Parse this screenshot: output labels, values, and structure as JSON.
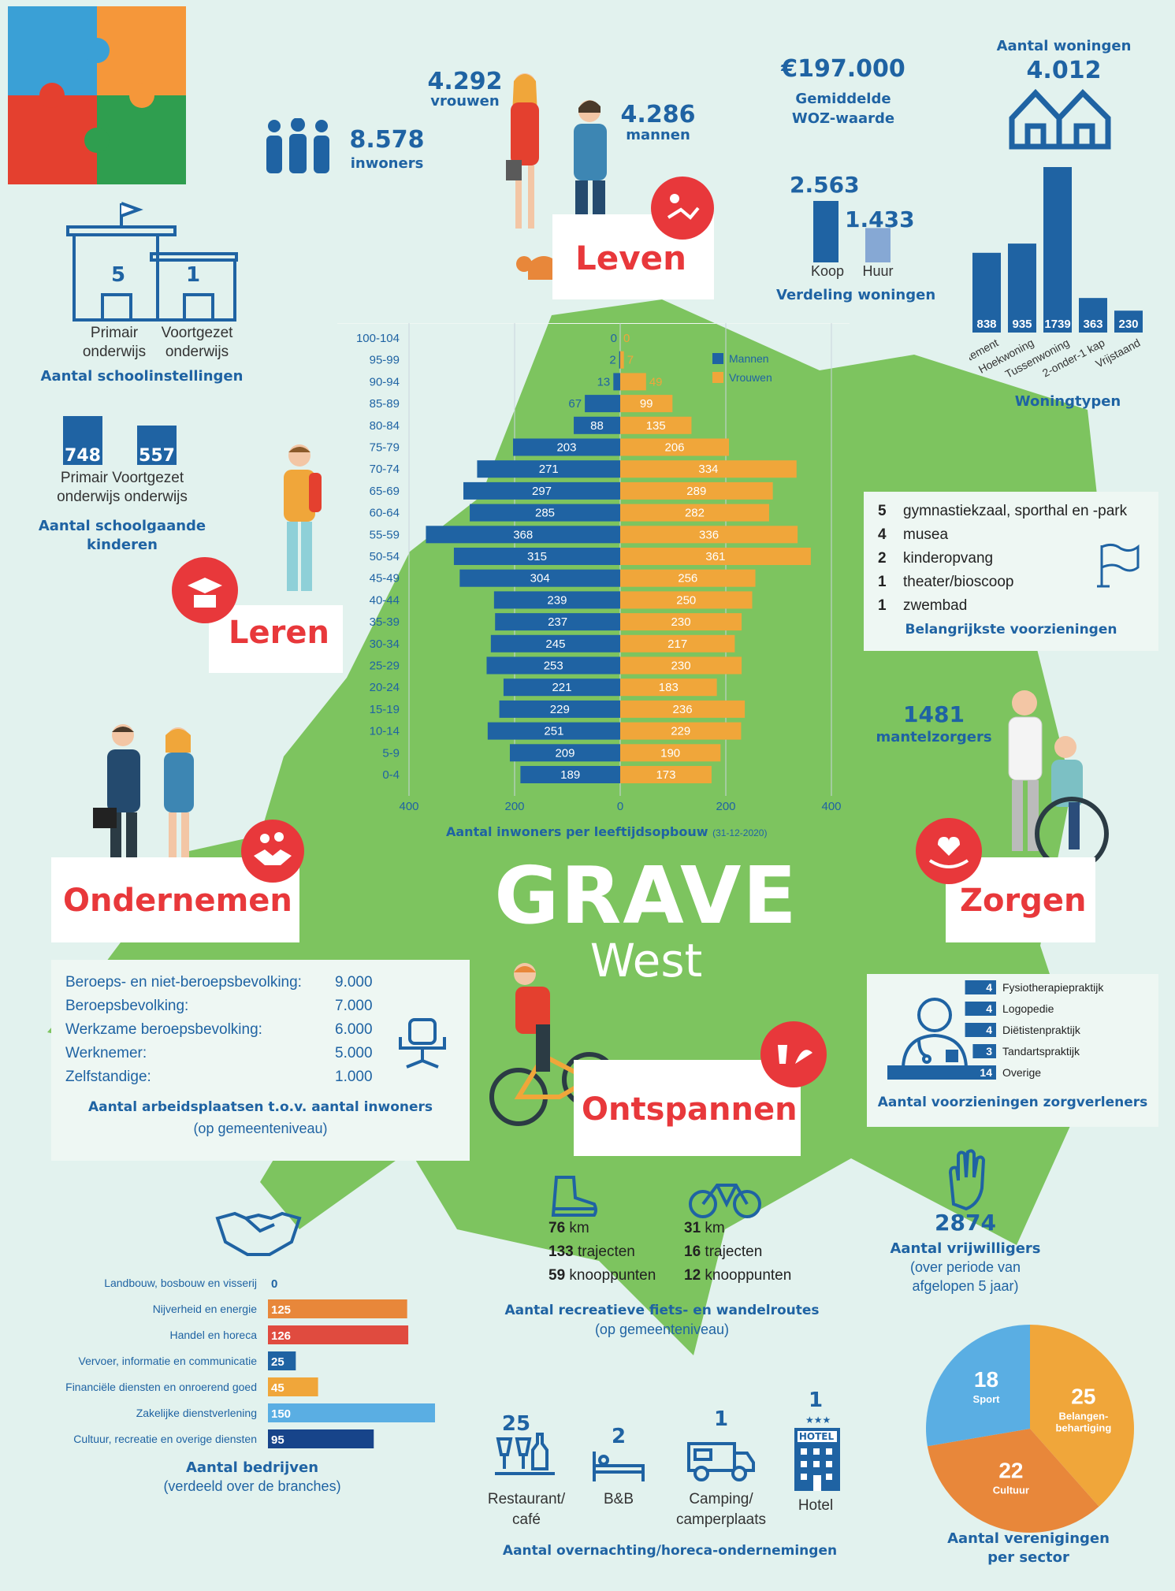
{
  "title": {
    "main": "GRAVE",
    "sub": "West"
  },
  "colors": {
    "blue": "#1f63a3",
    "orange": "#f0a63a",
    "green": "#7dc45f",
    "red": "#e8383b",
    "bg": "#e2f2ee"
  },
  "population": {
    "total": "8.578",
    "total_label": "inwoners",
    "women": "4.292",
    "women_label": "vrouwen",
    "men": "4.286",
    "men_label": "mannen"
  },
  "categories": {
    "leven": "Leven",
    "leren": "Leren",
    "ondernemen": "Ondernemen",
    "zorgen": "Zorgen",
    "ontspannen": "Ontspannen"
  },
  "woz": {
    "value": "€197.000",
    "label_1": "Gemiddelde",
    "label_2": "WOZ-waarde"
  },
  "housing_total": {
    "label": "Aantal woningen",
    "value": "4.012"
  },
  "housing_split": {
    "koop": "2.563",
    "koop_label": "Koop",
    "huur": "1.433",
    "huur_label": "Huur",
    "caption": "Verdeling woningen",
    "koop_n": 2563,
    "huur_n": 1433
  },
  "woningtypen": {
    "caption": "Woningtypen",
    "items": [
      {
        "label": "Appartement",
        "value": "838",
        "n": 838
      },
      {
        "label": "Hoekwoning",
        "value": "935",
        "n": 935
      },
      {
        "label": "Tussenwoning",
        "value": "1739",
        "n": 1739
      },
      {
        "label": "2-onder-1 kap",
        "value": "363",
        "n": 363
      },
      {
        "label": "Vrijstaand",
        "value": "230",
        "n": 230
      }
    ]
  },
  "schools": {
    "primair": "5",
    "voortgezet": "1",
    "primair_label_1": "Primair",
    "primair_label_2": "onderwijs",
    "voortgezet_label_1": "Voortgezet",
    "voortgezet_label_2": "onderwijs",
    "caption": "Aantal schoolinstellingen"
  },
  "pupils": {
    "primair": "748",
    "voortgezet": "557",
    "label_1": "Primair Voortgezet",
    "label_2": "onderwijs onderwijs",
    "caption_1": "Aantal schoolgaande",
    "caption_2": "kinderen"
  },
  "chart_data": {
    "type": "bar",
    "orientation": "horizontal-population-pyramid",
    "title": "Aantal inwoners per leeftijdsopbouw",
    "title_note": "(31-12-2020)",
    "categories": [
      "100-104",
      "95-99",
      "90-94",
      "85-89",
      "80-84",
      "75-79",
      "70-74",
      "65-69",
      "60-64",
      "55-59",
      "50-54",
      "45-49",
      "40-44",
      "35-39",
      "30-34",
      "25-29",
      "20-24",
      "15-19",
      "10-14",
      "5-9",
      "0-4"
    ],
    "series": [
      {
        "name": "Mannen",
        "color": "#1f63a3",
        "values": [
          0,
          2,
          13,
          67,
          88,
          203,
          271,
          297,
          285,
          368,
          315,
          304,
          239,
          237,
          245,
          253,
          221,
          229,
          251,
          209,
          189
        ]
      },
      {
        "name": "Vrouwen",
        "color": "#f0a63a",
        "values": [
          0,
          7,
          49,
          99,
          135,
          206,
          334,
          289,
          282,
          336,
          361,
          256,
          250,
          230,
          217,
          230,
          183,
          236,
          229,
          190,
          173
        ]
      }
    ],
    "xlim": [
      -400,
      400
    ],
    "xticks": [
      "400",
      "200",
      "0",
      "200",
      "400"
    ],
    "grid": true,
    "legend": "top-right"
  },
  "facilities": {
    "caption": "Belangrijkste voorzieningen",
    "items": [
      {
        "n": "5",
        "label": "gymnastiekzaal, sporthal en -park"
      },
      {
        "n": "4",
        "label": "musea"
      },
      {
        "n": "2",
        "label": "kinderopvang"
      },
      {
        "n": "1",
        "label": "theater/bioscoop"
      },
      {
        "n": "1",
        "label": "zwembad"
      }
    ]
  },
  "mantelzorgers": {
    "value": "1481",
    "label": "mantelzorgers"
  },
  "employment": {
    "caption": "Aantal arbeidsplaatsen t.o.v. aantal inwoners",
    "note": "(op gemeenteniveau)",
    "rows": [
      {
        "label": "Beroeps- en niet-beroepsbevolking:",
        "value": "9.000"
      },
      {
        "label": "Beroepsbevolking:",
        "value": "7.000"
      },
      {
        "label": "Werkzame beroepsbevolking:",
        "value": "6.000"
      },
      {
        "label": "Werknemer:",
        "value": "5.000"
      },
      {
        "label": "Zelfstandige:",
        "value": "1.000"
      }
    ]
  },
  "care": {
    "caption": "Aantal voorzieningen zorgverleners",
    "items": [
      {
        "n": "4",
        "label": "Fysiotherapiepraktijk",
        "v": 4
      },
      {
        "n": "4",
        "label": "Logopedie",
        "v": 4
      },
      {
        "n": "4",
        "label": "Diëtistenpraktijk",
        "v": 4
      },
      {
        "n": "3",
        "label": "Tandartspraktijk",
        "v": 3
      },
      {
        "n": "14",
        "label": "Overige",
        "v": 14
      }
    ]
  },
  "volunteers": {
    "value": "2874",
    "label": "Aantal vrijwilligers",
    "note_1": "(over periode van",
    "note_2": "afgelopen 5 jaar)"
  },
  "routes": {
    "walk": {
      "km": "76",
      "km_label": "km",
      "traj": "133",
      "traj_label": "trajecten",
      "knoop": "59",
      "knoop_label": "knooppunten"
    },
    "bike": {
      "km": "31",
      "km_label": "km",
      "traj": "16",
      "traj_label": "trajecten",
      "knoop": "12",
      "knoop_label": "knooppunten"
    },
    "caption": "Aantal recreatieve fiets- en wandelroutes",
    "note": "(op gemeenteniveau)"
  },
  "companies": {
    "caption": "Aantal bedrijven",
    "note": "(verdeeld over de branches)",
    "items": [
      {
        "label": "Landbouw, bosbouw en visserij",
        "value": "0",
        "n": 0,
        "color": "#1f63a3"
      },
      {
        "label": "Nijverheid en energie",
        "value": "125",
        "n": 125,
        "color": "#e8873a"
      },
      {
        "label": "Handel en horeca",
        "value": "126",
        "n": 126,
        "color": "#e04b3f"
      },
      {
        "label": "Vervoer, informatie en communicatie",
        "value": "25",
        "n": 25,
        "color": "#1f63a3"
      },
      {
        "label": "Financiële diensten en onroerend goed",
        "value": "45",
        "n": 45,
        "color": "#f0a63a"
      },
      {
        "label": "Zakelijke dienstverlening",
        "value": "150",
        "n": 150,
        "color": "#5aaee3"
      },
      {
        "label": "Cultuur, recreatie en overige diensten",
        "value": "95",
        "n": 95,
        "color": "#17448a"
      }
    ]
  },
  "horeca": {
    "caption": "Aantal overnachting/horeca-ondernemingen",
    "items": [
      {
        "value": "25",
        "label_1": "Restaurant/",
        "label_2": "café"
      },
      {
        "value": "2",
        "label_1": "B&B",
        "label_2": ""
      },
      {
        "value": "1",
        "label_1": "Camping/",
        "label_2": "camperplaats"
      },
      {
        "value": "1",
        "label_1": "Hotel",
        "label_2": ""
      }
    ],
    "hotel_sign": "HOTEL"
  },
  "associations": {
    "caption_1": "Aantal verenigingen",
    "caption_2": "per sector",
    "items": [
      {
        "value": "25",
        "label_1": "Belangen-",
        "label_2": "behartiging",
        "n": 25,
        "color": "#f0a63a"
      },
      {
        "value": "22",
        "label_1": "Cultuur",
        "label_2": "",
        "n": 22,
        "color": "#e8873a"
      },
      {
        "value": "18",
        "label_1": "Sport",
        "label_2": "",
        "n": 18,
        "color": "#5aaee3"
      }
    ]
  }
}
